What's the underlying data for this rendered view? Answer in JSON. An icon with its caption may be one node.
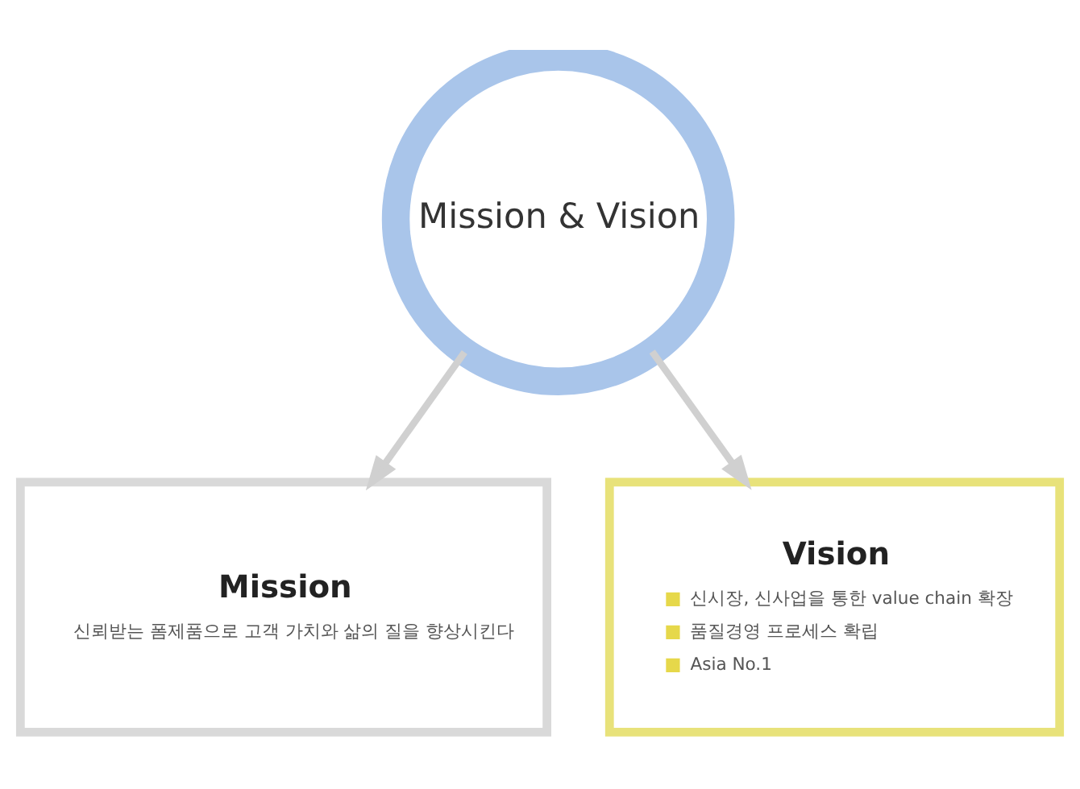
{
  "diagram": {
    "nodes": [
      {
        "text": [
          "Mission & Vision"
        ]
      },
      {
        "text": [
          "Mission",
          "신뢰받는 폼제품으로 고객 가치와 삶의 질을 향상시킨다"
        ]
      },
      {
        "text": [
          "Vision",
          "신시장, 신사업을 통한 value chain 확장",
          "품질경영 프로세스 확립",
          "Asia No.1"
        ]
      }
    ],
    "edges": [
      {
        "from": 0,
        "to": 1,
        "arrow": "to"
      },
      {
        "from": 0,
        "to": 2,
        "arrow": "to"
      }
    ]
  }
}
